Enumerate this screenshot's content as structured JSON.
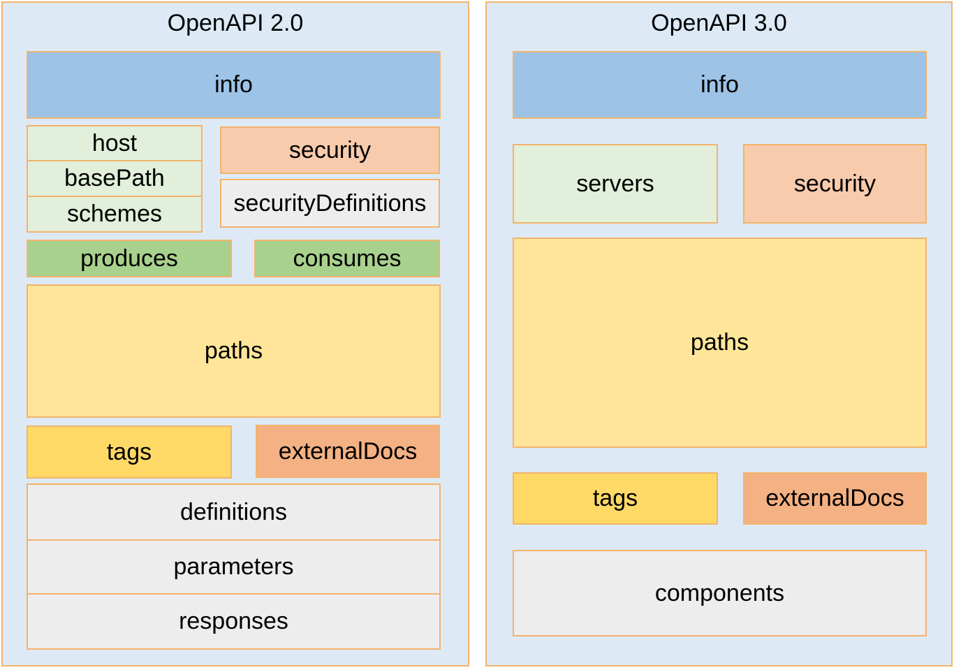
{
  "left_panel": {
    "title": "OpenAPI 2.0",
    "info": "info",
    "host": "host",
    "basePath": "basePath",
    "schemes": "schemes",
    "security": "security",
    "securityDefinitions": "securityDefinitions",
    "produces": "produces",
    "consumes": "consumes",
    "paths": "paths",
    "tags": "tags",
    "externalDocs": "externalDocs",
    "definitions": "definitions",
    "parameters": "parameters",
    "responses": "responses"
  },
  "right_panel": {
    "title": "OpenAPI 3.0",
    "info": "info",
    "servers": "servers",
    "security": "security",
    "paths": "paths",
    "tags": "tags",
    "externalDocs": "externalDocs",
    "components": "components"
  },
  "colors": {
    "panel_bg": "#ddeaf6",
    "border": "#f4b26b",
    "info": "#9dc3e6",
    "light_green": "#e2efda",
    "salmon": "#f8cbad",
    "grey": "#ededed",
    "green": "#a9d18e",
    "yellow": "#fee599",
    "gold": "#ffd966",
    "orange": "#f4b183"
  }
}
